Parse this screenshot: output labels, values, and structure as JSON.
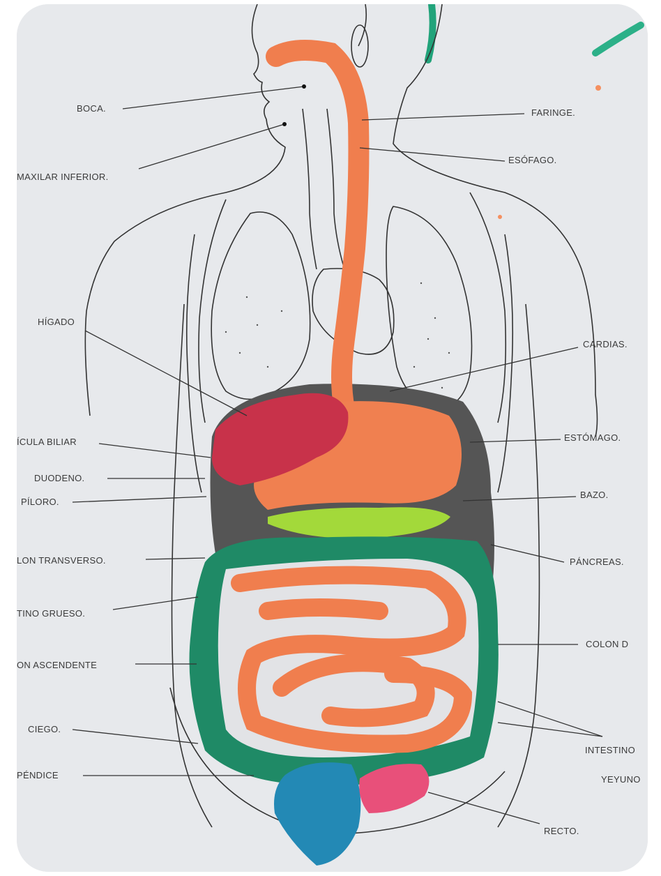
{
  "labels": {
    "boca": "BOCA.",
    "faringe": "FARINGE.",
    "esofago": "ESÓFAGO.",
    "maxilar": "MAXILAR INFERIOR.",
    "higado": "HÍGADO",
    "cardias": "CARDIAS.",
    "vesicula": "ÍCULA BILIAR",
    "estomago": "ESTÓMAGO.",
    "duodeno": "DUODENO.",
    "piloro": "PÍLORO.",
    "bazo": "BAZO.",
    "colon_transverso": "LON TRANSVERSO.",
    "pancreas": "PÁNCREAS.",
    "intestino_grueso": "TINO GRUESO.",
    "colon_descendente": "COLON D",
    "colon_ascendente": "ON ASCENDENTE",
    "ciego": "CIEGO.",
    "intestino": "INTESTINO",
    "apendice": "PÉNDICE",
    "yeyuno": "YEYUNO",
    "recto": "RECTO."
  },
  "colors": {
    "paper": "#e6e8eb",
    "esophagus": "#f07e4e",
    "liver": "#c8324a",
    "pancreas": "#a3d93a",
    "large_intestine": "#1f8a66",
    "bladder_blue": "#2389b5",
    "rectum_pink": "#e8507a"
  }
}
